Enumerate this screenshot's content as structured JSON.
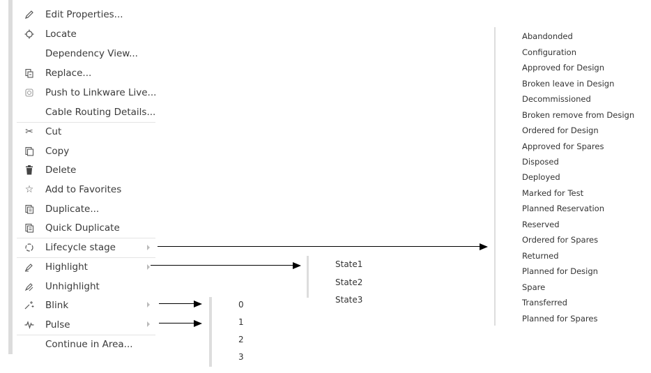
{
  "context_menu": {
    "items": [
      {
        "label": "Edit Properties...",
        "icon": "pencil-icon"
      },
      {
        "label": "Locate",
        "icon": "crosshair-icon"
      },
      {
        "label": "Dependency View...",
        "icon": ""
      },
      {
        "label": "Replace...",
        "icon": "replace-icon"
      },
      {
        "label": "Push to Linkware Live...",
        "icon": "push-icon"
      },
      {
        "label": "Cable Routing Details...",
        "icon": ""
      },
      {
        "label": "Cut",
        "icon": "scissors-icon"
      },
      {
        "label": "Copy",
        "icon": "copy-icon"
      },
      {
        "label": "Delete",
        "icon": "trash-icon"
      },
      {
        "label": "Add to Favorites",
        "icon": "star-icon"
      },
      {
        "label": "Duplicate...",
        "icon": "duplicate-icon"
      },
      {
        "label": "Quick Duplicate",
        "icon": "quick-duplicate-icon"
      },
      {
        "label": "Lifecycle stage",
        "icon": "lifecycle-icon"
      },
      {
        "label": "Highlight",
        "icon": "highlight-icon"
      },
      {
        "label": "Unhighlight",
        "icon": "unhighlight-icon"
      },
      {
        "label": "Blink",
        "icon": "blink-icon"
      },
      {
        "label": "Pulse",
        "icon": "pulse-icon"
      },
      {
        "label": "Continue in Area...",
        "icon": ""
      }
    ]
  },
  "lifecycle_submenu": [
    "Abandonded",
    "Configuration",
    "Approved for Design",
    "Broken leave in Design",
    "Decommissioned",
    "Broken remove from Design",
    "Ordered for Design",
    "Approved for Spares",
    "Disposed",
    "Deployed",
    "Marked for Test",
    "Planned Reservation",
    "Reserved",
    "Ordered for Spares",
    "Returned",
    "Planned for Design",
    "Spare",
    "Transferred",
    "Planned for Spares"
  ],
  "highlight_submenu": [
    "State1",
    "State2",
    "State3"
  ],
  "blink_pulse_submenu": [
    "0",
    "1",
    "2",
    "3"
  ]
}
